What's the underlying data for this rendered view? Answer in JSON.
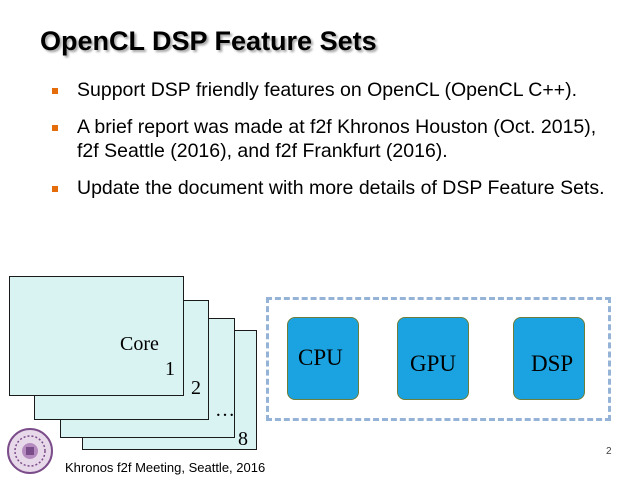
{
  "slide": {
    "title": "OpenCL DSP Feature Sets",
    "bullets": [
      "Support DSP friendly features on OpenCL (OpenCL C++).",
      "A brief report was made at f2f Khronos Houston (Oct. 2015), f2f Seattle (2016), and f2f Frankfurt (2016).",
      "Update the document with more details of DSP Feature Sets."
    ],
    "bullet_color": "#e46c0a"
  },
  "core_stack": {
    "core_label": "Core",
    "numbers": [
      "1",
      "2",
      "…",
      "8"
    ]
  },
  "processors": [
    {
      "label": "CPU",
      "fill": "#1aa3e0"
    },
    {
      "label": "GPU",
      "fill": "#1aa3e0"
    },
    {
      "label": "DSP",
      "fill": "#1aa3e0"
    }
  ],
  "footer": {
    "text": "Khronos f2f Meeting, Seattle, 2016",
    "page_number": "2"
  }
}
